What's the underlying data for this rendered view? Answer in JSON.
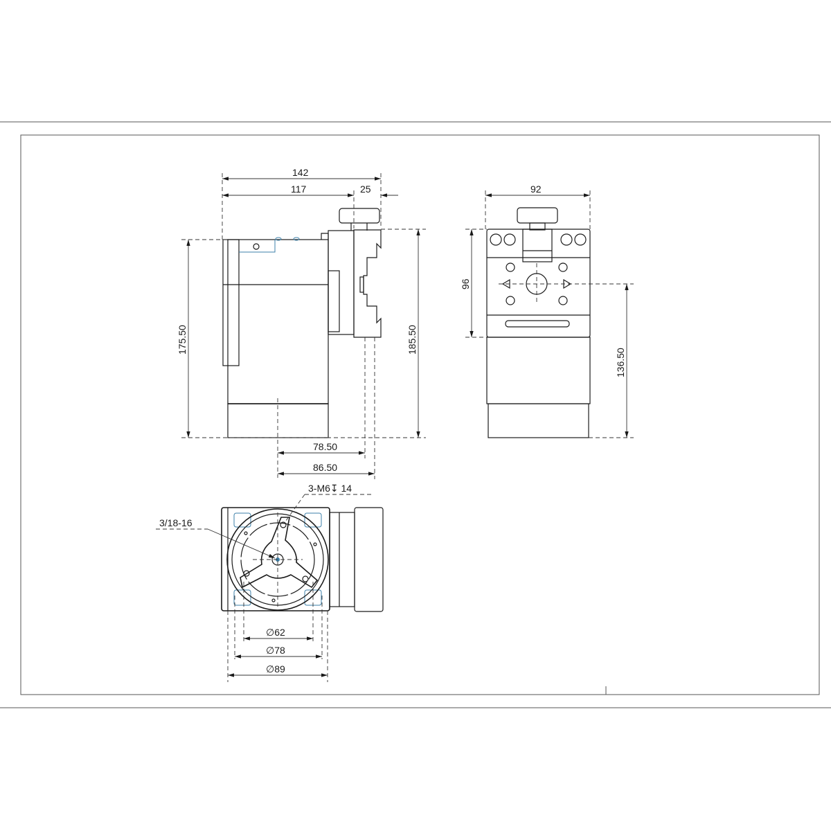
{
  "drawing": {
    "side_view": {
      "dim_overall_width": "142",
      "dim_body_width": "117",
      "dim_bracket_width": "25",
      "dim_body_height": "175.50",
      "dim_total_height": "185.50",
      "dim_axis_offset_1": "78.50",
      "dim_axis_offset_2": "86.50"
    },
    "front_view": {
      "dim_width": "92",
      "dim_bracket_height": "96",
      "dim_axis_height": "136.50"
    },
    "bottom_view": {
      "label_center_thread": "3/18-16",
      "label_mount_holes": "3-M6↧ 14",
      "dim_dia_inner": "∅62",
      "dim_dia_mid": "∅78",
      "dim_dia_outer": "∅89"
    }
  }
}
